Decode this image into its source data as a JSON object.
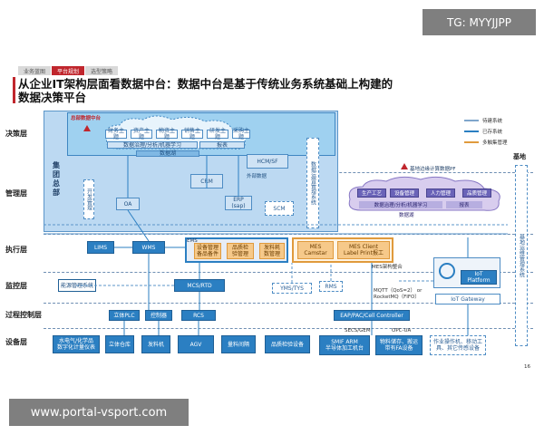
{
  "watermark_top": "TG: MYYJJPP",
  "watermark_bottom": "www.portal-vsport.com",
  "tabs": [
    "业务蓝图",
    "平台规划",
    "选型策略"
  ],
  "title_line1": "从企业IT架构层面看数据中台：数据中台是基于传统业务系统基础上构建的",
  "title_line2": "数据决策平台",
  "layers": [
    "决策层",
    "管理层",
    "执行层",
    "监控层",
    "过程控制层",
    "设备层"
  ],
  "hq": {
    "label": "集团总部",
    "platform_label": "总部数据中台",
    "topics": [
      "财务主题",
      "资产主题",
      "物资主题",
      "销售主题",
      "研发主题",
      "采购主题"
    ],
    "governance": "数据治理/分析/机器学习",
    "report": "报表",
    "datalake": "数据湖",
    "hcm": "HCM/SF",
    "external": "外部数据",
    "crm": "CRM",
    "dev_mgmt": "开发管理",
    "ops_mgmt": "数据运营管理系统",
    "oa": "OA",
    "erp": "ERP",
    "erp_sub": "(sap)",
    "scm": "SCM"
  },
  "legend": [
    "待建系统",
    "已存系统",
    "多触集管理"
  ],
  "base": {
    "label": "基地",
    "edge_center": "基地边缘计算数据PF",
    "items": [
      "生产工艺",
      "设备管理",
      "人力管理",
      "品质管理"
    ],
    "governance": "数据治理/分析/机器学习",
    "report": "报表",
    "datalake": "数据湖",
    "ops_mgmt": "基地运维管理系统"
  },
  "exec": {
    "lims": "LIMS",
    "wms": "WMS",
    "ems": "EMS",
    "ems_items": [
      "设备管理\n备品备件",
      "品质检\n验管理",
      "发料耗\n数管理"
    ],
    "mes": "MES\nCamstar",
    "mes_client": "MES Client\nLabel Print报工",
    "mes_arch": "MES架构整合"
  },
  "monitor": {
    "energy": "能源管理系统",
    "mcs": "MCS/RTD",
    "yms": "YMS/TYS",
    "rms": "RMS",
    "mqtt": "MQTT（QoS=2） or\nRocketMQ（FIFO）",
    "iot_platform": "IoT\nPlatform",
    "iot_gateway": "IoT Gateway"
  },
  "process": {
    "plc": "立体PLC",
    "ctrl": "控制器",
    "rcs": "RCS",
    "eap": "EAP/PAC/Cell Controller",
    "secs": "SECS/GEM",
    "opcua": "OPC-UA"
  },
  "devices": [
    "水电气/化学品\n数字化计量仪表",
    "立体仓库",
    "发料机",
    "AGV",
    "量料间隔",
    "品质检验设备",
    "SMIF ARM\n半导体加工机台",
    "物料储存、搬运\n带有FA设备",
    "作业操作机、移动工\n具、其它传感设备"
  ],
  "page_number": "16"
}
